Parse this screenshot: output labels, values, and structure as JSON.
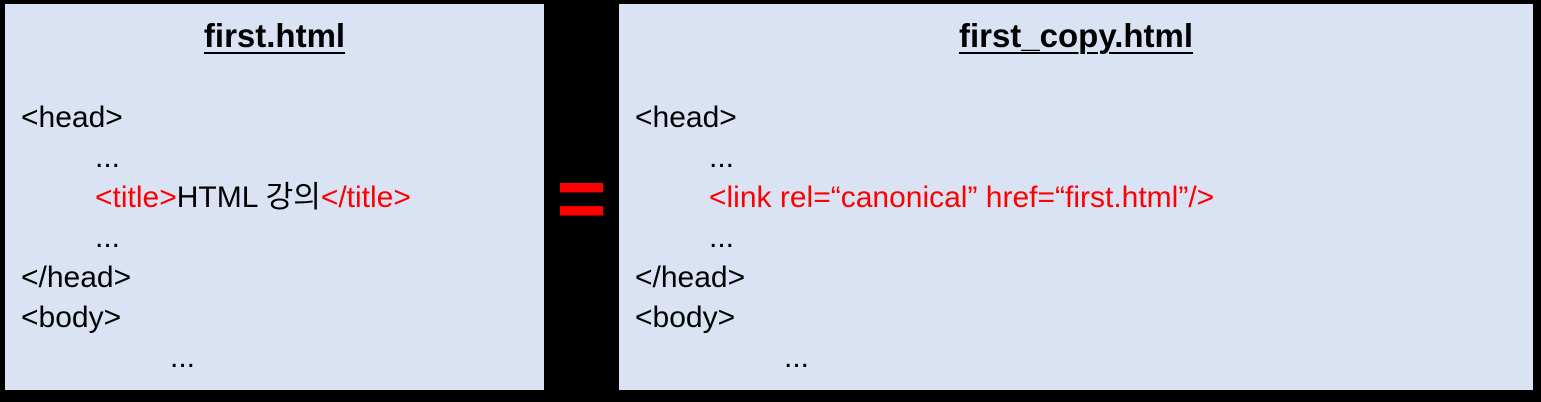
{
  "colors": {
    "background": "#000000",
    "panel_background": "#dae3f3",
    "accent_red": "#ff0000",
    "text": "#000000"
  },
  "equals_symbol": "=",
  "left_panel": {
    "title": "first.html",
    "lines": [
      {
        "indent": 0,
        "segments": [
          {
            "text": "<head>",
            "color": "#000000"
          }
        ]
      },
      {
        "indent": 1,
        "segments": [
          {
            "text": "...",
            "color": "#000000"
          }
        ]
      },
      {
        "indent": 1,
        "segments": [
          {
            "text": "<title>",
            "color": "#ff0000"
          },
          {
            "text": "HTML 강의",
            "color": "#000000"
          },
          {
            "text": "</title>",
            "color": "#ff0000"
          }
        ]
      },
      {
        "indent": 1,
        "segments": [
          {
            "text": "...",
            "color": "#000000"
          }
        ]
      },
      {
        "indent": 0,
        "segments": [
          {
            "text": "</head>",
            "color": "#000000"
          }
        ]
      },
      {
        "indent": 0,
        "segments": [
          {
            "text": "<body>",
            "color": "#000000"
          }
        ]
      },
      {
        "indent": 2,
        "segments": [
          {
            "text": "...",
            "color": "#000000"
          }
        ]
      }
    ]
  },
  "right_panel": {
    "title": "first_copy.html",
    "lines": [
      {
        "indent": 0,
        "segments": [
          {
            "text": "<head>",
            "color": "#000000"
          }
        ]
      },
      {
        "indent": 1,
        "segments": [
          {
            "text": "...",
            "color": "#000000"
          }
        ]
      },
      {
        "indent": 1,
        "segments": [
          {
            "text": "<link rel=“canonical” href=“first.html”/>",
            "color": "#ff0000"
          }
        ]
      },
      {
        "indent": 1,
        "segments": [
          {
            "text": "...",
            "color": "#000000"
          }
        ]
      },
      {
        "indent": 0,
        "segments": [
          {
            "text": "</head>",
            "color": "#000000"
          }
        ]
      },
      {
        "indent": 0,
        "segments": [
          {
            "text": "<body>",
            "color": "#000000"
          }
        ]
      },
      {
        "indent": 2,
        "segments": [
          {
            "text": "...",
            "color": "#000000"
          }
        ]
      }
    ]
  }
}
